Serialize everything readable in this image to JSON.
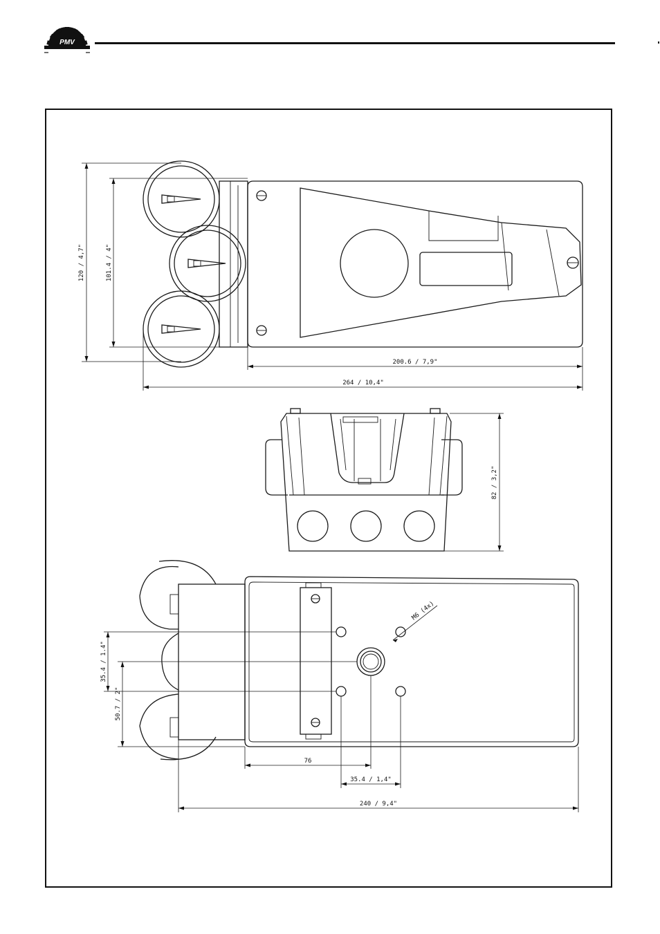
{
  "header": {
    "logo_text": "PMV"
  },
  "top_view": {
    "dims": {
      "overall_height": "120 / 4,7\"",
      "gauge_span": "101.4 / 4\"",
      "body_length": "200.6 / 7,9\"",
      "overall_length": "264 / 10,4\""
    }
  },
  "side_view": {
    "dims": {
      "height": "82 / 3,2\""
    }
  },
  "bottom_view": {
    "labels": {
      "thread": "M6 (4x)"
    },
    "dims": {
      "hole_spacing_vertical": "35.4 / 1.4\"",
      "center_offset": "50.7 / 2\"",
      "mount_offset": "76",
      "hole_spacing_horizontal": "35.4 / 1,4\"",
      "overall_length": "240 / 9,4\""
    }
  }
}
